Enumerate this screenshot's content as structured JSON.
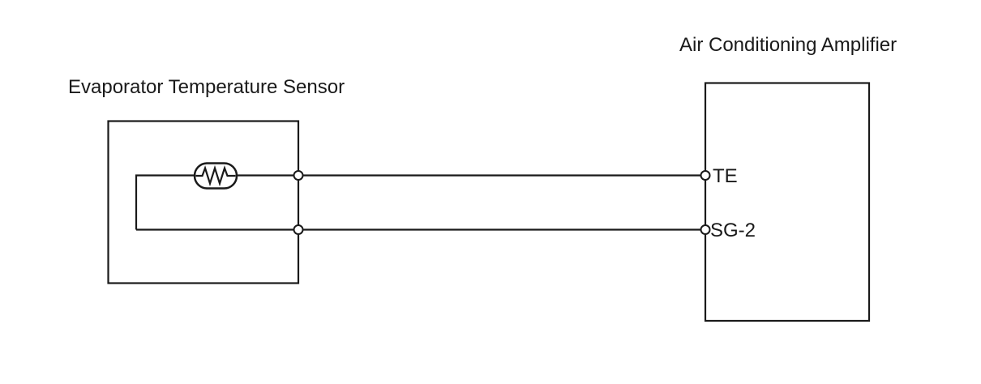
{
  "diagram": {
    "sensor": {
      "label": "Evaporator Temperature Sensor",
      "symbol": "thermistor-resistor"
    },
    "amplifier": {
      "label": "Air Conditioning Amplifier"
    },
    "terminals": [
      {
        "label": "TE"
      },
      {
        "label": "SG-2"
      }
    ],
    "colors": {
      "line": "#1a1a1a",
      "background": "#ffffff",
      "terminal_fill": "#ffffff"
    }
  }
}
